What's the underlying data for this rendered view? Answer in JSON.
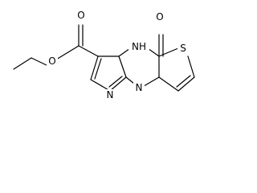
{
  "molecule": {
    "atoms": {
      "o_carbonyl": "O",
      "o_ester_carbonyl": "O",
      "o_ester": "O",
      "nh": "NH",
      "n_bridge": "N",
      "n_pyrazole": "N",
      "s_thiophene": "S"
    }
  }
}
